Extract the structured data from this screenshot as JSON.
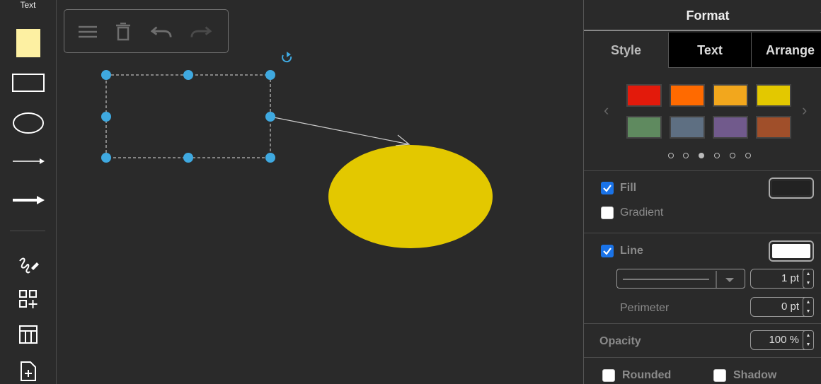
{
  "left_toolbar": {
    "text_tool_label": "Text",
    "tools": [
      {
        "name": "sticky-note-icon"
      },
      {
        "name": "rectangle-icon"
      },
      {
        "name": "ellipse-icon"
      },
      {
        "name": "line-icon"
      },
      {
        "name": "arrow-icon"
      },
      {
        "name": "freehand-pen-icon"
      },
      {
        "name": "add-shapes-icon"
      },
      {
        "name": "table-icon"
      },
      {
        "name": "insert-page-icon"
      }
    ]
  },
  "floating_toolbar": {
    "icons": [
      "menu-icon",
      "delete-icon",
      "undo-icon",
      "redo-icon"
    ]
  },
  "canvas": {
    "ellipse_fill": "#e3c800",
    "selection_handle_color": "#3fa9e0",
    "connector_color": "#cccccc"
  },
  "format_panel": {
    "title": "Format",
    "tabs": [
      {
        "label": "Style",
        "active": true
      },
      {
        "label": "Text",
        "active": false
      },
      {
        "label": "Arrange",
        "active": false
      }
    ],
    "swatches": [
      "#e31a0b",
      "#ff6a00",
      "#f2a71d",
      "#e3c800",
      "#5f8a5f",
      "#5e6f82",
      "#715a8c",
      "#a04f2a"
    ],
    "pager": {
      "count": 6,
      "active_index": 2
    },
    "fill": {
      "label": "Fill",
      "checked": true,
      "color": "#222222"
    },
    "gradient": {
      "label": "Gradient",
      "checked": false
    },
    "line": {
      "label": "Line",
      "checked": true,
      "color": "#ffffff",
      "width": "1 pt"
    },
    "perimeter": {
      "label": "Perimeter",
      "value": "0 pt"
    },
    "opacity": {
      "label": "Opacity",
      "value": "100 %"
    },
    "rounded": {
      "label": "Rounded",
      "checked": false
    },
    "shadow": {
      "label": "Shadow",
      "checked": false
    }
  }
}
